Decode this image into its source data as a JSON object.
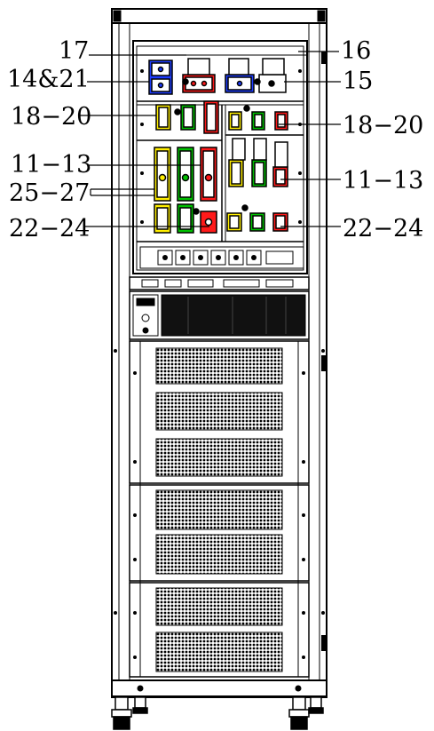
{
  "callouts": {
    "left": {
      "c17": "17",
      "c14_21": "14&21",
      "c18_20": "18−20",
      "c11_13": "11−13",
      "c25_27": "25−27",
      "c22_24": "22−24"
    },
    "right": {
      "c16": "16",
      "c15": "15",
      "c18_20": "18−20",
      "c11_13": "11−13",
      "c22_24": "22−24"
    }
  },
  "colors": {
    "line": "#000000",
    "blue_terminal": "#1d3cff",
    "red_terminal": "#ff1a1a",
    "yellow_terminal": "#ffee00",
    "green_terminal": "#00c000"
  }
}
